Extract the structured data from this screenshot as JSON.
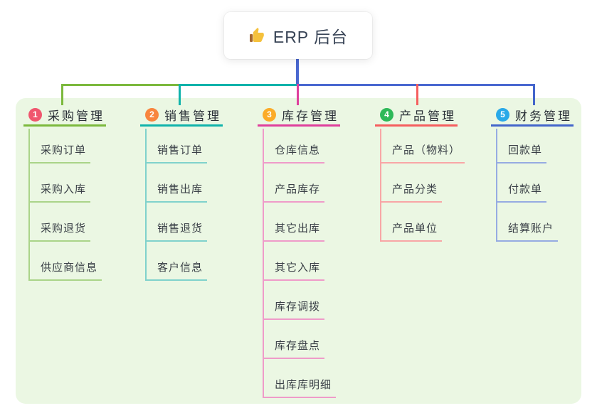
{
  "root": {
    "label": "ERP 后台",
    "icon": "thumbs-up-icon"
  },
  "branches": [
    {
      "index": "1",
      "label": "采购管理",
      "badge_color": "#f0566e",
      "line_color": "#7cb93d",
      "child_line_color": "#aad489",
      "children": [
        "采购订单",
        "采购入库",
        "采购退货",
        "供应商信息"
      ]
    },
    {
      "index": "2",
      "label": "销售管理",
      "badge_color": "#f8853e",
      "line_color": "#10b3ab",
      "child_line_color": "#80d2cc",
      "children": [
        "销售订单",
        "销售出库",
        "销售退货",
        "客户信息"
      ]
    },
    {
      "index": "3",
      "label": "库存管理",
      "badge_color": "#fbab28",
      "line_color": "#df3f9d",
      "child_line_color": "#ef9bc9",
      "children": [
        "仓库信息",
        "产品库存",
        "其它出库",
        "其它入库",
        "库存调拨",
        "库存盘点",
        "出库库明细"
      ]
    },
    {
      "index": "4",
      "label": "产品管理",
      "badge_color": "#2eb959",
      "line_color": "#f55e5e",
      "child_line_color": "#f8a6a6",
      "children": [
        "产品（物料）",
        "产品分类",
        "产品单位"
      ]
    },
    {
      "index": "5",
      "label": "财务管理",
      "badge_color": "#29a9e8",
      "line_color": "#4365cb",
      "child_line_color": "#96abe2",
      "children": [
        "回款单",
        "付款单",
        "结算账户"
      ]
    }
  ],
  "colors": {
    "page_bg": "#ffffff",
    "panel_bg": "#ebf7e3",
    "root_connector": "#4a68d0",
    "root_text": "#374355",
    "title_text": "#2b3138",
    "child_text": "#3a4047",
    "badge_text": "#ffffff",
    "icon_hand": "#f5c13c",
    "icon_cuff": "#a5672f"
  }
}
